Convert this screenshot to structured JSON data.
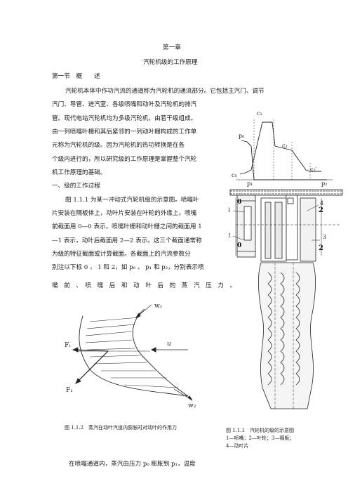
{
  "chapter": "第一章",
  "chapter_title": "汽轮机级的工作原理",
  "section_heading": "第一节　概　　述",
  "paragraphs": {
    "p1": [
      "汽轮机本体中作功汽流的通道称为汽轮机的通流部分。它包括主汽门、调节",
      "汽门、导管、进汽室、各级喷嘴和动叶及汽轮机的排汽",
      "管。现代电站汽轮机均为多级汽轮机，由若干级组成。",
      "由一列喷嘴叶栅和其后紧邻的一列动叶栅构成的工作单",
      "元称为汽轮机的级。因为汽轮机的热功转换是在各",
      "个级内进行的，所以研究级的工作原理是掌握整个汽轮",
      "机工作原理的基础。"
    ],
    "subheading": "一、级的工作过程",
    "p2": [
      "图 1.1.1 为某一冲动式汽轮机级的示意图。喷嘴叶",
      "片安装在隔板体上，动叶片安装在叶轮的外缘上。喷嘴",
      "前截面用 0—0 表示，喷嘴叶栅和动叶栅之间的截面用 1",
      "—1 表示，动叶后截面用 2—2 表示。这三个截面通常称",
      "为级的特征截面或计算截面。各截面上的汽流参数分",
      "别注以下标 0 ， 1 和 2，如 p₀ 、 p₁ 和 p₂，分别表示喷",
      "嘴　前　、　喷　嘴　后　和　动　叶　后　的　蒸　汽　压　力　。"
    ],
    "last_line": "在喷嘴通道内，蒸汽由压力 p₀ 膨胀到 p₁，温度"
  },
  "figure_1_1_1": {
    "curve_labels": {
      "c1": "c₁",
      "p0": "p₀",
      "c2": "c₂",
      "c0": "c₀",
      "c2p": "c₂′",
      "p1": "p₁",
      "p2": "p₂"
    },
    "part_labels": {
      "n1": "1",
      "n2": "2",
      "n3": "3",
      "n4": "4"
    },
    "section_marks": {
      "s0_top": "0",
      "s0_bot": "0",
      "s2_top": "2",
      "s2_bot": "2"
    },
    "caption_title": "图 1.1.1　汽轮机的级的示意图",
    "caption_line2": "1—喷嘴；2—叶轮；3—隔板；",
    "caption_line3": "4—动叶片"
  },
  "figure_1_1_2": {
    "labels": {
      "w1": "w₁",
      "w2": "w₂",
      "Ft": "Fₜ",
      "F1": "F₁",
      "u": "u"
    },
    "caption": "图 1.1.2　蒸汽在动叶汽道内膨胀时对动叶的作用力"
  }
}
